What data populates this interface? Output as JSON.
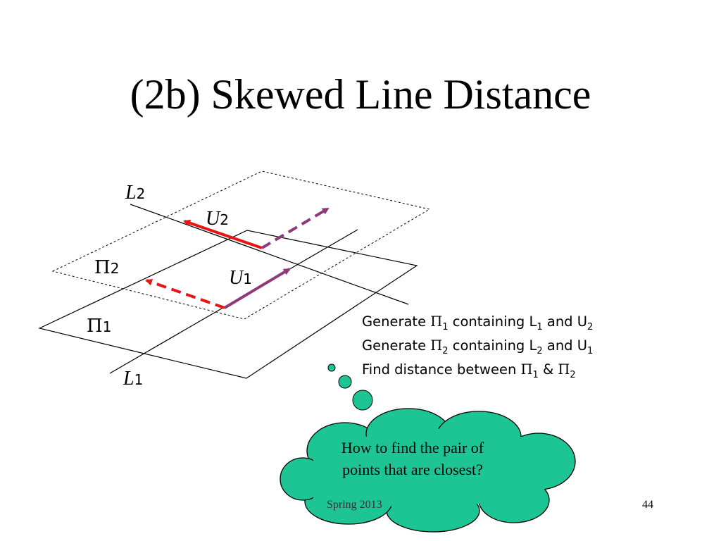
{
  "slide": {
    "title": "(2b) Skewed Line Distance",
    "footer_date": "Spring 2013",
    "page_number": "44"
  },
  "diagram": {
    "labels": {
      "l2": "L",
      "l2_sub": "2",
      "u2": "U",
      "u2_sub": "2",
      "pi2": "Π",
      "pi2_sub": "2",
      "u1": "U",
      "u1_sub": "1",
      "pi1": "Π",
      "pi1_sub": "1",
      "l1": "L",
      "l1_sub": "1"
    },
    "colors": {
      "red_vector": "#e81414",
      "purple_vector": "#8e3a7a",
      "cloud_fill": "#1cc593",
      "bubble_fill": "#1cc593"
    }
  },
  "steps": [
    {
      "t1": "Generate ",
      "g": "Π",
      "gsub": "1",
      "t2": " containing L",
      "s1": "1",
      "t3": " and U",
      "s2": "2"
    },
    {
      "t1": "Generate ",
      "g": "Π",
      "gsub": "2",
      "t2": " containing L",
      "s1": "2",
      "t3": " and U",
      "s2": "1"
    },
    {
      "t1": "Find distance between ",
      "g": "Π",
      "gsub": "1",
      "t2": " & ",
      "g2": "Π",
      "g2sub": "2"
    }
  ],
  "thought": {
    "text": "How to find the pair of points that are closest?"
  }
}
